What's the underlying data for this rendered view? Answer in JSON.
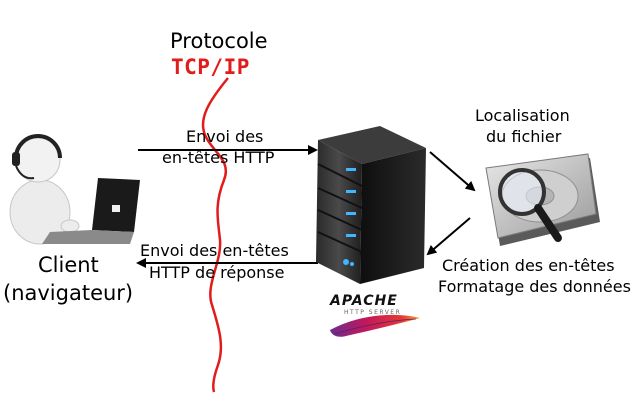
{
  "protocol": {
    "title": "Protocole",
    "name": "TCP/IP",
    "color": "#e21b1b"
  },
  "request": {
    "line1": "Envoi des",
    "line2": "en-têtes HTTP"
  },
  "response": {
    "line1": "Envoi des en-têtes",
    "line2": "HTTP de réponse"
  },
  "client": {
    "line1": "Client",
    "line2": "(navigateur)"
  },
  "server_side": {
    "localisation": {
      "line1": "Localisation",
      "line2": "du fichier"
    },
    "creation": {
      "line1": "Création des en-têtes",
      "line2": "Formatage des données"
    }
  },
  "apache_logo": {
    "name": "APACHE",
    "subtitle": "HTTP SERVER"
  },
  "icons": [
    "client-operator-icon",
    "laptop-icon",
    "server-tower-icon",
    "hard-disk-magnifier-icon",
    "apache-feather-icon"
  ]
}
